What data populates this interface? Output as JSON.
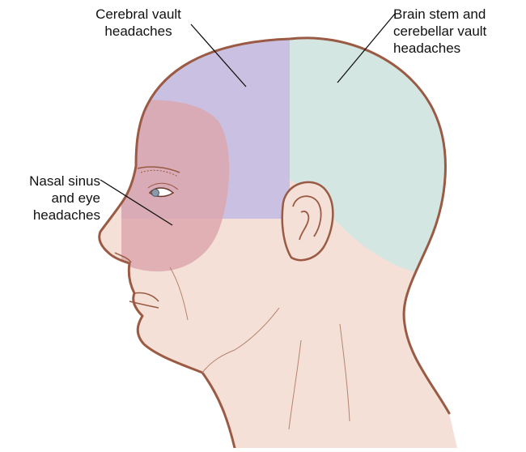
{
  "labels": {
    "cerebral": {
      "lines": [
        "Cerebral vault",
        "headaches"
      ]
    },
    "brainstem": {
      "lines": [
        "Brain stem and",
        "cerebellar vault",
        "headaches"
      ]
    },
    "nasal": {
      "lines": [
        "Nasal sinus",
        "and eye",
        "headaches"
      ]
    }
  },
  "colors": {
    "skin": "#f4e0d6",
    "outline": "#9a5a44",
    "cerebral_region": "#c9c0e2",
    "brainstem_region": "#d4e6e2",
    "sinus_region": "#dca7ae",
    "leader_line": "#111111"
  }
}
